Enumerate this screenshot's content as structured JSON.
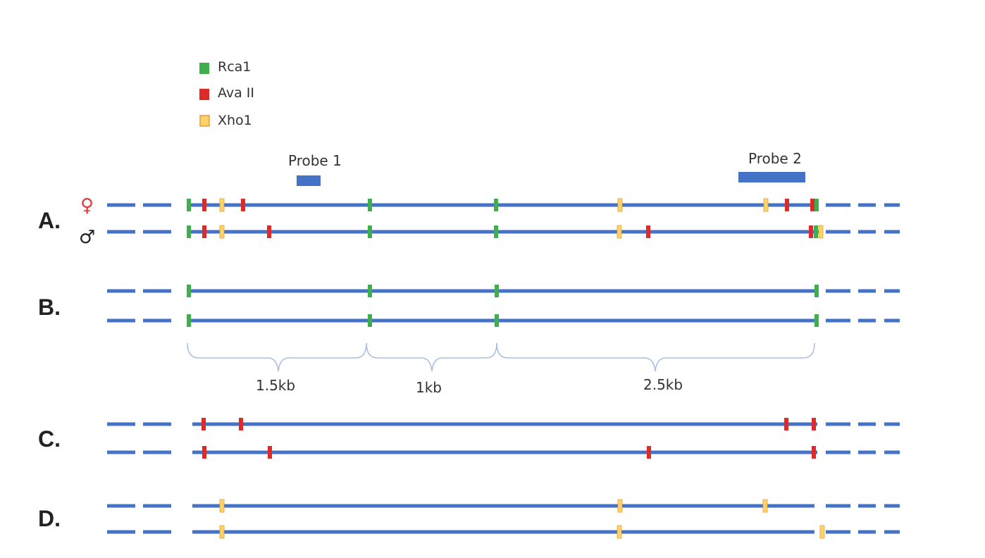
{
  "colors": {
    "line": "#4472C4",
    "probe": "#4472C4",
    "bracket": "#A9BDE3",
    "female_symbol": "#E03A3A",
    "male_symbol": "#222222"
  },
  "legend": [
    {
      "label": "Rca1",
      "color": "#3FAE4E"
    },
    {
      "label": "Ava II",
      "color": "#E02A2A"
    },
    {
      "label": "Xho1",
      "color": "#FFD36B",
      "border": "#E5A030"
    }
  ],
  "probes": [
    {
      "label": "Probe 1"
    },
    {
      "label": "Probe 2"
    }
  ],
  "panels": [
    {
      "label": "A.",
      "female_symbol": "♀",
      "male_symbol": "♂"
    },
    {
      "label": "B."
    },
    {
      "label": "C."
    },
    {
      "label": "D."
    }
  ],
  "fragments": [
    "1.5kb",
    "1kb",
    "2.5kb"
  ]
}
